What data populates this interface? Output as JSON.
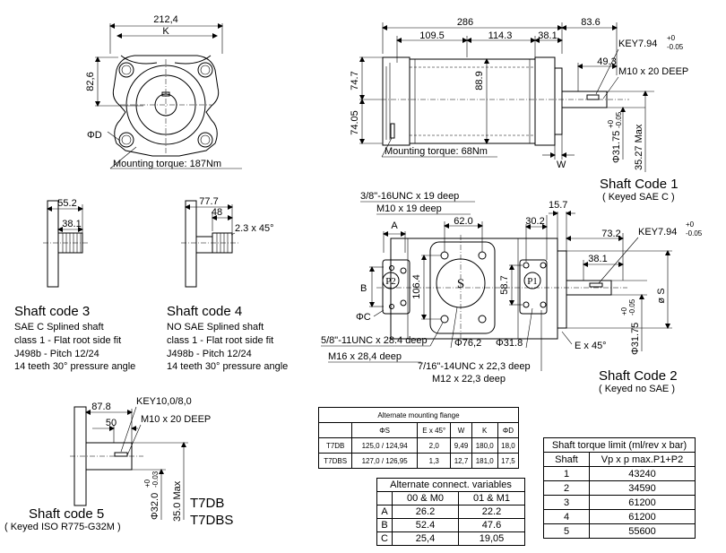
{
  "front_view": {
    "dim_width": "212,4",
    "dim_k": "K",
    "dim_height": "82,6",
    "dim_phid": "ΦD",
    "mounting_torque": "Mounting torque: 187Nm"
  },
  "side_view": {
    "dim_total": "286",
    "dim_shaft_ext": "83.6",
    "dim_a": "109.5",
    "dim_b": "114.3",
    "dim_c": "38.1",
    "dim_h1": "74.7",
    "dim_h2": "74.05",
    "dim_mid": "88.9",
    "dim_shaft_len": "49.3",
    "key_label": "KEY7.94",
    "key_tol_up": "+0",
    "key_tol_down": "-0.05",
    "thread_label": "M10 x 20 DEEP",
    "phi_shaft": "Φ31.75",
    "phi_tol_up": "+0",
    "phi_tol_down": "-0.05",
    "max_label": "35.27 Max",
    "w_label": "W",
    "mounting_torque": "Mounting torque: 68Nm"
  },
  "shaft_code_1": {
    "title": "Shaft Code 1",
    "subtitle": "( Keyed  SAE  C )"
  },
  "shaft_code_3": {
    "dim_a": "55.2",
    "dim_b": "38.1",
    "title": "Shaft code 3",
    "lines": [
      "SAE C Splined shaft",
      "class 1 - Flat root side fit",
      "J498b - Pitch 12/24",
      "14 teeth 30° pressure angle"
    ]
  },
  "shaft_code_4": {
    "dim_a": "77.7",
    "dim_b": "48",
    "chamfer": "2.3 x 45°",
    "title": "Shaft code 4",
    "lines": [
      "NO SAE Splined shaft",
      "class 1 - Flat root side fit",
      "J498b - Pitch 12/24",
      "14 teeth 30° pressure angle"
    ]
  },
  "flange_view": {
    "thread_top_1": "3/8\"-16UNC x 19 deep",
    "thread_top_2": "M10 x 19 deep",
    "label_a": "A",
    "label_b": "B",
    "dim_620": "62.0",
    "dim_302": "30.2",
    "dim_157": "15.7",
    "dim_732": "73.2",
    "dim_381": "38.1",
    "dim_1064": "106.4",
    "dim_587": "58.7",
    "label_s": "S",
    "label_p2": "P2",
    "label_p1": "P1",
    "phi_c": "ΦC",
    "phi_s": "ø S",
    "phi_762": "Φ76,2",
    "phi_318": "Φ31.8",
    "thread_bot_1": "5/8\"-11UNC x 28.4 deep",
    "thread_bot_2": "M16 x 28,4 deep",
    "thread_bot_3": "7/16\"-14UNC x 22,3 deep",
    "thread_bot_4": "M12 x 22,3 deep",
    "e_label": "E x 45°",
    "key_label": "KEY7.94",
    "key_tol_up": "+0",
    "key_tol_down": "-0.05",
    "phi_shaft": "Φ31.75",
    "phi_tol_up": "+0",
    "phi_tol_down": "-0.05"
  },
  "shaft_code_2": {
    "title": "Shaft Code 2",
    "subtitle": "( Keyed  no  SAE )"
  },
  "shaft_code_5": {
    "key_label": "KEY10,0/8,0",
    "thread_label": "M10 x 20 DEEP",
    "dim_a": "87.8",
    "dim_b": "50",
    "phi_shaft": "Φ32.0",
    "phi_tol_up": "+0",
    "phi_tol_down": "-0.03",
    "max_label": "35.0 Max",
    "title": "Shaft code 5",
    "subtitle": "( Keyed ISO R775-G32M )"
  },
  "models": [
    "T7DB",
    "T7DBS"
  ],
  "mounting_flange_table": {
    "title": "Alternate mounting flange",
    "headers": [
      "",
      "ΦS",
      "E x 45°",
      "W",
      "K",
      "ΦD"
    ],
    "rows": [
      [
        "T7DB",
        "125,0 / 124,94",
        "2,0",
        "9,49",
        "180,0",
        "18,0"
      ],
      [
        "T7DBS",
        "127,0 / 126,95",
        "1,3",
        "12,7",
        "181,0",
        "17,5"
      ]
    ]
  },
  "connect_table": {
    "title": "Alternate connect. variables",
    "headers": [
      "",
      "00 & M0",
      "01 & M1"
    ],
    "rows": [
      [
        "A",
        "26.2",
        "22.2"
      ],
      [
        "B",
        "52.4",
        "47.6"
      ],
      [
        "C",
        "25,4",
        "19,05"
      ]
    ]
  },
  "torque_table": {
    "title": "Shaft torque limit (ml/rev x bar)",
    "headers": [
      "Shaft",
      "Vp x p max.P1+P2"
    ],
    "rows": [
      [
        "1",
        "43240"
      ],
      [
        "2",
        "34590"
      ],
      [
        "3",
        "61200"
      ],
      [
        "4",
        "61200"
      ],
      [
        "5",
        "55600"
      ]
    ]
  }
}
